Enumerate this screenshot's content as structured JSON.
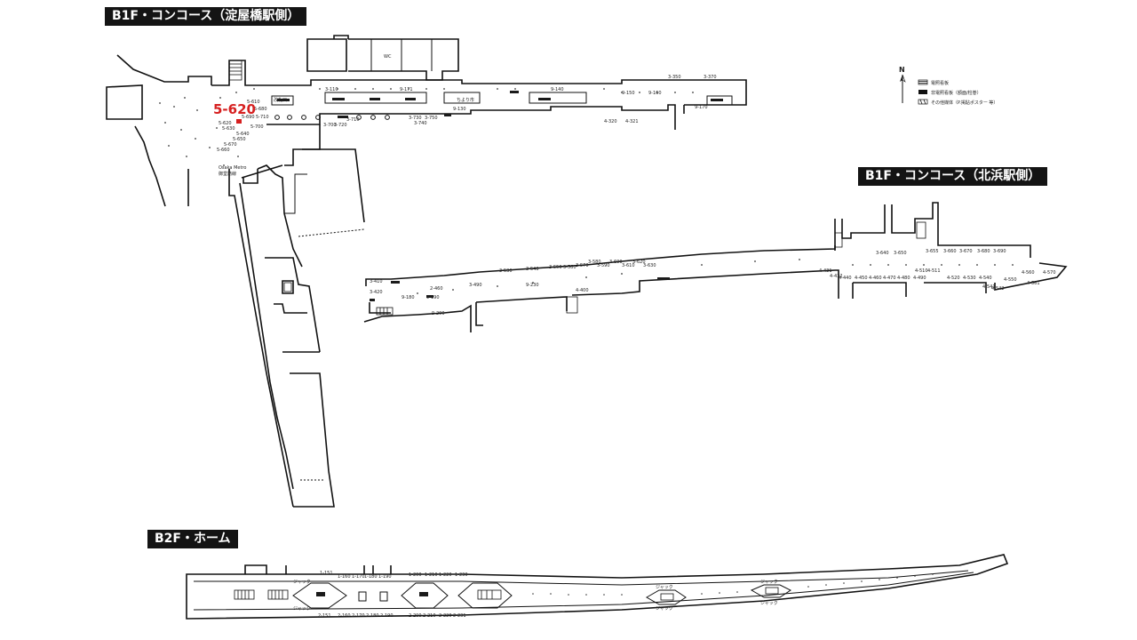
{
  "sections": {
    "b1f_yodoyabashi": "B1F・コンコース（淀屋橋駅側）",
    "b1f_kitahama": "B1F・コンコース（北浜駅側）",
    "b2f_home": "B2F・ホーム"
  },
  "highlight": {
    "label": "5-620",
    "color": "#d62020"
  },
  "legend": {
    "north": "N",
    "items": [
      {
        "icon": "dense-hatch-icon",
        "label": "電照看板"
      },
      {
        "icon": "solid-bar-icon",
        "label": "非電照看板（額面/柱巻）"
      },
      {
        "icon": "light-hatch-icon",
        "label": "その他媒体（P.掲貼ポスター 等）"
      }
    ]
  },
  "map_labels": {
    "yodoyabashi": [
      {
        "t": "5-610"
      },
      {
        "t": "5-690"
      },
      {
        "t": "5-710"
      },
      {
        "t": "5-680"
      },
      {
        "t": "5-700"
      },
      {
        "t": "5-620"
      },
      {
        "t": "5-630"
      },
      {
        "t": "5-640"
      },
      {
        "t": "5-650"
      },
      {
        "t": "5-660"
      },
      {
        "t": "5-670"
      },
      {
        "t": "Osaka Metro"
      },
      {
        "t": "御堂筋線"
      },
      {
        "t": "3-110"
      },
      {
        "t": "9-171"
      },
      {
        "t": "9-140"
      },
      {
        "t": "9-130"
      },
      {
        "t": "3-710"
      },
      {
        "t": "3-700"
      },
      {
        "t": "3-720"
      },
      {
        "t": "3-730"
      },
      {
        "t": "3-740"
      },
      {
        "t": "3-750"
      },
      {
        "t": "9-150"
      },
      {
        "t": "9-160"
      },
      {
        "t": "9-170"
      },
      {
        "t": "3-350"
      },
      {
        "t": "3-370"
      },
      {
        "t": "4-320"
      },
      {
        "t": "4-321"
      },
      {
        "t": "WC"
      },
      {
        "t": "改札口"
      },
      {
        "t": "ちより市"
      }
    ],
    "kitahama": [
      {
        "t": "3-410"
      },
      {
        "t": "3-420"
      },
      {
        "t": "2-460"
      },
      {
        "t": "9-180"
      },
      {
        "t": "9-190"
      },
      {
        "t": "9-200"
      },
      {
        "t": "3-490"
      },
      {
        "t": "3-530"
      },
      {
        "t": "3-540"
      },
      {
        "t": "3-550"
      },
      {
        "t": "3-560"
      },
      {
        "t": "3-570"
      },
      {
        "t": "3-580"
      },
      {
        "t": "3-590"
      },
      {
        "t": "3-600"
      },
      {
        "t": "3-610"
      },
      {
        "t": "3-620"
      },
      {
        "t": "3-630"
      },
      {
        "t": "4-400"
      },
      {
        "t": "9-230"
      },
      {
        "t": "3-640"
      },
      {
        "t": "3-650"
      },
      {
        "t": "3-655"
      },
      {
        "t": "3-660"
      },
      {
        "t": "3-670"
      },
      {
        "t": "3-680"
      },
      {
        "t": "3-690"
      },
      {
        "t": "4-431"
      },
      {
        "t": "4-432"
      },
      {
        "t": "4-440"
      },
      {
        "t": "4-450"
      },
      {
        "t": "4-460"
      },
      {
        "t": "4-470"
      },
      {
        "t": "4-480"
      },
      {
        "t": "4-490"
      },
      {
        "t": "4-510"
      },
      {
        "t": "4-511"
      },
      {
        "t": "4-520"
      },
      {
        "t": "4-530"
      },
      {
        "t": "4-540"
      },
      {
        "t": "4-541"
      },
      {
        "t": "4-542"
      },
      {
        "t": "4-550"
      },
      {
        "t": "4-560"
      },
      {
        "t": "4-561"
      },
      {
        "t": "4-570"
      }
    ],
    "home": [
      {
        "t": "1-151"
      },
      {
        "t": "1-160"
      },
      {
        "t": "1-170"
      },
      {
        "t": "1-180"
      },
      {
        "t": "1-190"
      },
      {
        "t": "1-200"
      },
      {
        "t": "1-210"
      },
      {
        "t": "1-220"
      },
      {
        "t": "1-230"
      },
      {
        "t": "2-151"
      },
      {
        "t": "2-160"
      },
      {
        "t": "2-170"
      },
      {
        "t": "2-180"
      },
      {
        "t": "2-190"
      },
      {
        "t": "2-200"
      },
      {
        "t": "2-210"
      },
      {
        "t": "2-220"
      },
      {
        "t": "2-231"
      },
      {
        "t": "ジャック"
      }
    ]
  }
}
